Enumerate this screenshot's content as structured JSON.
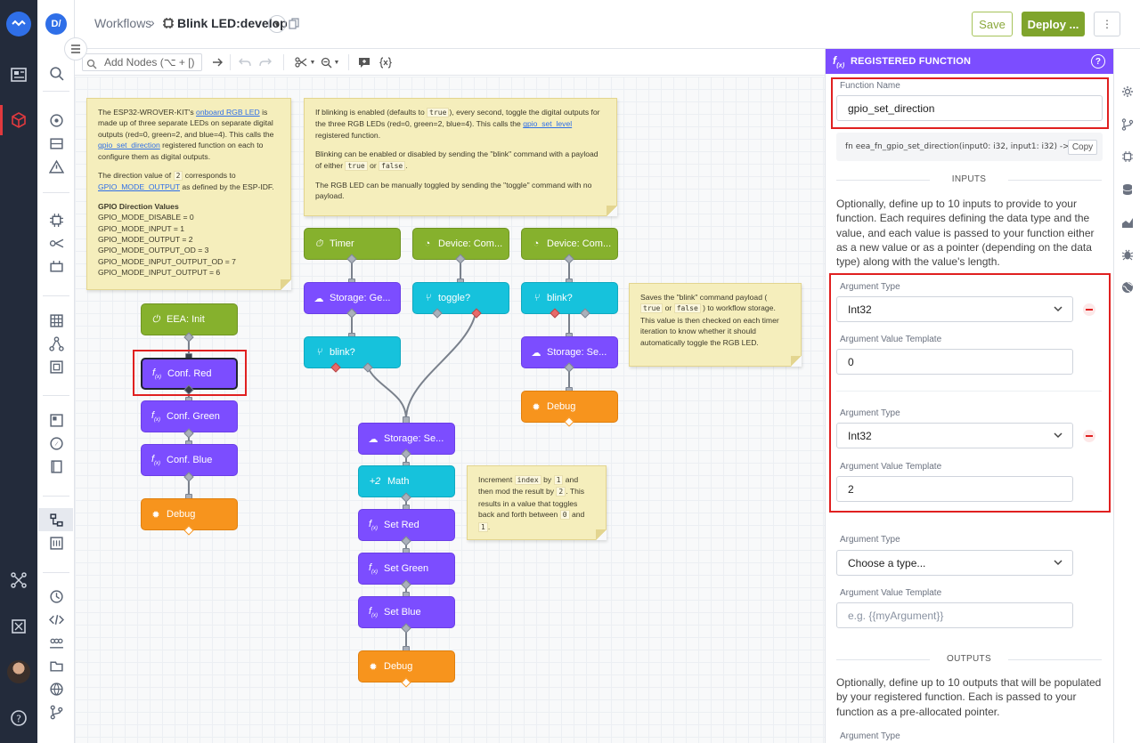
{
  "header": {
    "breadcrumb_root": "Workflows",
    "breadcrumb_sep": "›",
    "title": "Blink LED:develop",
    "save_label": "Save",
    "deploy_label": "Deploy ...",
    "more_label": "⋮"
  },
  "user": {
    "initials": "D/"
  },
  "toolbar": {
    "add_nodes_placeholder": "Add Nodes (⌥ + [)"
  },
  "notes": {
    "gpio": {
      "p1_a": "The ESP32-WROVER-KIT's ",
      "p1_link1": "onboard RGB LED",
      "p1_b": " is made up of three separate LEDs on separate digital outputs (red=0, green=2, and blue=4). This calls the ",
      "p1_link2": "gpio_set_direction",
      "p1_c": " registered function on each to configure them as digital outputs.",
      "p2_a": "The direction value of ",
      "p2_code": "2",
      "p2_b": " corresponds to ",
      "p2_link": "GPIO_MODE_OUTPUT",
      "p2_c": " as defined by the ESP-IDF.",
      "title": "GPIO Direction Values",
      "values": [
        "GPIO_MODE_DISABLE = 0",
        "GPIO_MODE_INPUT = 1",
        "GPIO_MODE_OUTPUT = 2",
        "GPIO_MODE_OUTPUT_OD = 3",
        "GPIO_MODE_INPUT_OUTPUT_OD = 7",
        "GPIO_MODE_INPUT_OUTPUT = 6"
      ]
    },
    "blink": {
      "p1_a": "If blinking is enabled (defaults to ",
      "p1_code": "true",
      "p1_b": "), every second, toggle the digital outputs for the three RGB LEDs (red=0, green=2, blue=4). This calls the ",
      "p1_link": "gpio_set_level",
      "p1_c": " registered function.",
      "p2_a": "Blinking can be enabled or disabled by sending the \"blink\" command with a payload of either ",
      "p2_code1": "true",
      "p2_or": " or ",
      "p2_code2": "false",
      "p2_b": ".",
      "p3": "The RGB LED can be manually toggled by sending the \"toggle\" command with no payload."
    },
    "saves": {
      "a": "Saves the \"blink\" command payload ( ",
      "code1": "true",
      "b": " or ",
      "code2": "false",
      "c": " ) to workflow storage. This value is then checked on each timer iteration to know whether it should automatically toggle the RGB LED."
    },
    "increment": {
      "a": "Increment ",
      "code1": "index",
      "b": " by ",
      "code2": "1",
      "c": " and then mod the result by ",
      "code3": "2",
      "d": ". This results in a value that toggles back and forth between ",
      "code4": "0",
      "e": " and ",
      "code5": "1",
      "f": "."
    }
  },
  "nodes": {
    "eea_init": "EEA: Init",
    "conf_red": "Conf. Red",
    "conf_green": "Conf. Green",
    "conf_blue": "Conf. Blue",
    "debug_left": "Debug",
    "timer": "Timer",
    "device_com_1": "Device: Com...",
    "device_com_2": "Device: Com...",
    "storage_get": "Storage: Ge...",
    "toggle": "toggle?",
    "blink_cond_right": "blink?",
    "blink_cond_mid": "blink?",
    "storage_set_right": "Storage: Se...",
    "debug_right": "Debug",
    "storage_set_mid": "Storage: Se...",
    "math": "Math",
    "set_red": "Set Red",
    "set_green": "Set Green",
    "set_blue": "Set Blue",
    "debug_bottom": "Debug"
  },
  "panel": {
    "header": "REGISTERED FUNCTION",
    "function_name_label": "Function Name",
    "function_name_value": "gpio_set_direction",
    "signature": "fn eea_fn_gpio_set_direction(input0: i32, input1: i32) -> i32",
    "copy_label": "Copy",
    "inputs_header": "INPUTS",
    "inputs_description": "Optionally, define up to 10 inputs to provide to your function. Each requires defining the data type and the value, and each value is passed to your function either as a new value or as a pointer (depending on the data type) along with the value's length.",
    "arguments": [
      {
        "type_label": "Argument Type",
        "type_value": "Int32",
        "value_label": "Argument Value Template",
        "value": "0"
      },
      {
        "type_label": "Argument Type",
        "type_value": "Int32",
        "value_label": "Argument Value Template",
        "value": "2"
      },
      {
        "type_label": "Argument Type",
        "type_value": "Choose a type...",
        "value_label": "Argument Value Template",
        "placeholder": "e.g. {{myArgument}}"
      }
    ],
    "outputs_header": "OUTPUTS",
    "outputs_description": "Optionally, define up to 10 outputs that will be populated by your registered function. Each is passed to your function as a pre-allocated pointer.",
    "outputs_argument_label": "Argument Type"
  },
  "colors": {
    "rail": "#232b3b",
    "accent_purple": "#7c4dff",
    "node_green": "#86b12d",
    "node_cyan": "#16c2dc",
    "node_orange": "#f7941d",
    "deploy_green": "#7fa42c",
    "highlight_red": "#e02020"
  }
}
